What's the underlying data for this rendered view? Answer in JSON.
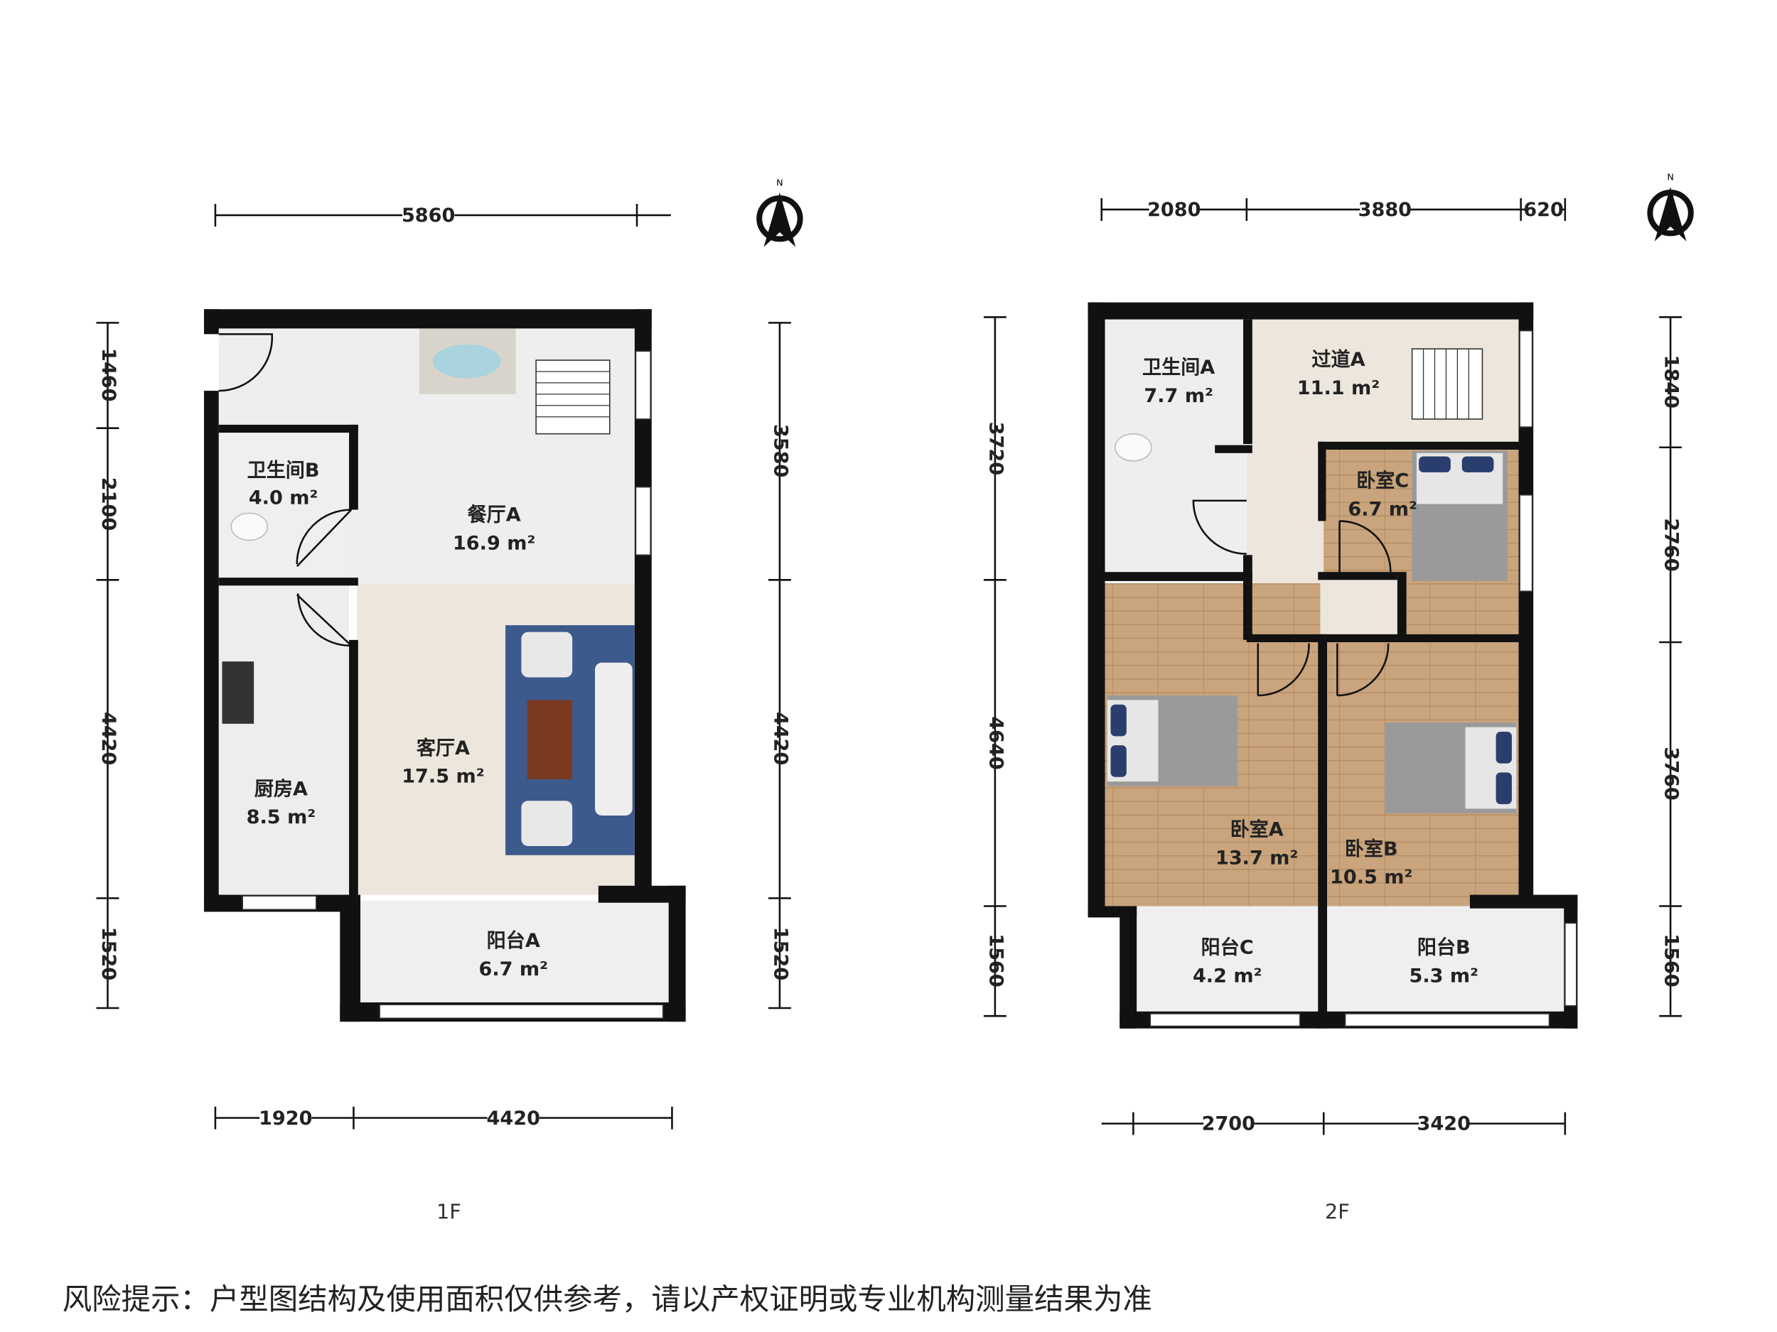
{
  "floors": [
    {
      "label": "1F",
      "rooms": [
        {
          "name": "餐厅A",
          "area": "16.9 m²"
        },
        {
          "name": "卫生间B",
          "area": "4.0 m²"
        },
        {
          "name": "客厅A",
          "area": "17.5 m²"
        },
        {
          "name": "厨房A",
          "area": "8.5 m²"
        },
        {
          "name": "阳台A",
          "area": "6.7 m²"
        }
      ],
      "dimensions": {
        "top": [
          "5860"
        ],
        "left": [
          "1460",
          "2100",
          "4420",
          "1520"
        ],
        "right": [
          "3580",
          "4420",
          "1520"
        ],
        "bottom": [
          "1920",
          "4420"
        ]
      },
      "north_label": "N"
    },
    {
      "label": "2F",
      "rooms": [
        {
          "name": "卫生间A",
          "area": "7.7 m²"
        },
        {
          "name": "过道A",
          "area": "11.1 m²"
        },
        {
          "name": "卧室C",
          "area": "6.7 m²"
        },
        {
          "name": "卧室A",
          "area": "13.7 m²"
        },
        {
          "name": "卧室B",
          "area": "10.5 m²"
        },
        {
          "name": "阳台C",
          "area": "4.2 m²"
        },
        {
          "name": "阳台B",
          "area": "5.3 m²"
        }
      ],
      "dimensions": {
        "top": [
          "2080",
          "3880",
          "620"
        ],
        "left": [
          "3720",
          "4640",
          "1560"
        ],
        "right": [
          "1840",
          "2760",
          "3760",
          "1560"
        ],
        "bottom": [
          "2700",
          "3420"
        ]
      },
      "north_label": "N"
    }
  ],
  "disclaimer": "风险提示：户型图结构及使用面积仅供参考，请以产权证明或专业机构测量结果为准",
  "colors": {
    "wall": "#111111",
    "tile": "#eeeeee",
    "wood": "#c8a27a",
    "beige": "#ece6dc",
    "rug": "#3d5a8c"
  }
}
